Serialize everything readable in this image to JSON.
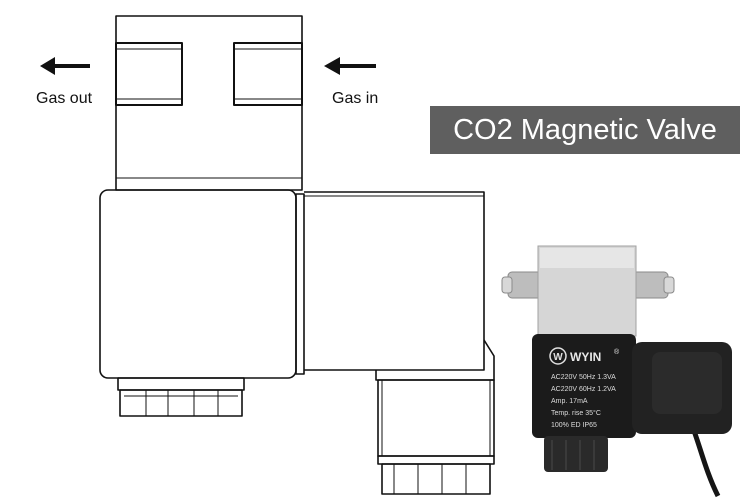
{
  "labels": {
    "gas_out": "Gas out",
    "gas_in": "Gas in",
    "title": "CO2 Magnetic Valve"
  },
  "photo": {
    "brand": "WYIN",
    "registered_mark": "®",
    "specs": [
      "AC220V  50Hz 1.3VA",
      "AC220V  60Hz 1.2VA",
      "Amp.  17mA",
      "Temp. rise 35°C",
      "100% ED   IP65"
    ]
  },
  "arrows": {
    "gas_out_direction": "left",
    "gas_in_direction": "left"
  },
  "colors": {
    "banner_bg": "#5f5f5f",
    "banner_text": "#ffffff",
    "line": "#111111"
  }
}
